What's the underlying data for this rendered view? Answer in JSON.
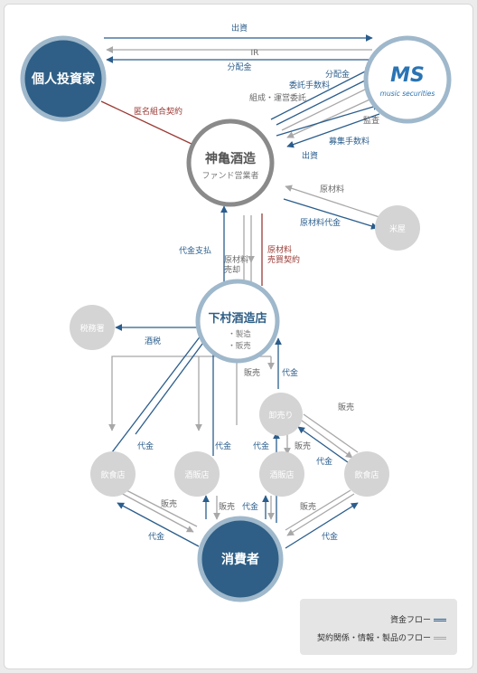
{
  "nodes": {
    "investor": "個人投資家",
    "musicsec_logo": "MS",
    "musicsec_text": "music securities",
    "kamikame": "神亀酒造",
    "kamikame_sub": "ファンド営業者",
    "komeya": "米屋",
    "shimomura": "下村酒造店",
    "shimomura_sub1": "・製造",
    "shimomura_sub2": "・販売",
    "zeimusho": "税務署",
    "oroshiuri": "卸売り",
    "inshokuten_left": "飲食店",
    "sakaten_left": "酒販店",
    "sakaten_right": "酒販店",
    "inshokuten_right": "飲食店",
    "consumer": "消費者"
  },
  "flows": {
    "shusshi_top": "出資",
    "ir": "IR",
    "bunpaikin_top": "分配金",
    "tokumei": "匿名組合契約",
    "bunpaikin": "分配金",
    "itaku_fee": "委託手数料",
    "kumiai": "組成・運営委託",
    "kansa": "監査",
    "boshu_fee": "募集手数料",
    "shusshi": "出資",
    "genryo": "原材料",
    "genryo_daikin": "原材料代金",
    "daikin_shiharai": "代金支払",
    "genryo_baikyaku_1": "原材料",
    "genryo_baikyaku_2": "売却",
    "genryo_baibai_1": "原材料",
    "genryo_baibai_2": "売買契約",
    "shuzei": "酒税",
    "hanbai_top": "販売",
    "daikin_top": "代金",
    "daikin_a": "代金",
    "daikin_b": "代金",
    "daikin_c": "代金",
    "hanbai_c": "販売",
    "hanbai_d": "販売",
    "daikin_d": "代金",
    "hanbai_e": "販売",
    "daikin_e": "代金",
    "hanbai_f": "販売",
    "daikin_f": "代金",
    "hanbai_g": "販売",
    "daikin_g": "代金"
  },
  "legend": {
    "money": "資金フロー",
    "contract": "契約関係・情報・製品のフロー"
  },
  "colors": {
    "money": "#2a5d8c",
    "goods": "#a8a8a8",
    "contract": "#9a3a34",
    "dark_node": "#2f5f86",
    "ring": "#9fb8cb",
    "light_node": "#d4d4d4"
  }
}
